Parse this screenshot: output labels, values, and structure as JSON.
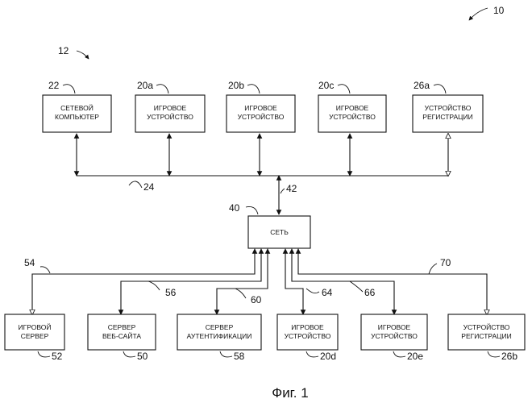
{
  "figure": {
    "caption": "Фиг. 1",
    "system_ref": "10",
    "top_group_ref": "12"
  },
  "top_boxes": [
    {
      "ref": "22",
      "lines": [
        "СЕТЕВОЙ",
        "КОМПЬЮТЕР"
      ]
    },
    {
      "ref": "20a",
      "lines": [
        "ИГРОВОЕ",
        "УСТРОЙСТВО"
      ]
    },
    {
      "ref": "20b",
      "lines": [
        "ИГРОВОЕ",
        "УСТРОЙСТВО"
      ]
    },
    {
      "ref": "20c",
      "lines": [
        "ИГРОВОЕ",
        "УСТРОЙСТВО"
      ]
    },
    {
      "ref": "26a",
      "lines": [
        "УСТРОЙСТВО",
        "РЕГИСТРАЦИИ"
      ]
    }
  ],
  "bus_ref": "24",
  "network": {
    "ref": "40",
    "label": "СЕТЬ",
    "link_ref": "42"
  },
  "bottom_boxes": [
    {
      "ref": "52",
      "lines": [
        "ИГРОВОЙ",
        "СЕРВЕР"
      ],
      "wire_ref": "54"
    },
    {
      "ref": "50",
      "lines": [
        "СЕРВЕР",
        "ВЕБ-САЙТА"
      ],
      "wire_ref": "56"
    },
    {
      "ref": "58",
      "lines": [
        "СЕРВЕР",
        "АУТЕНТИФИКАЦИИ"
      ],
      "wire_ref": "60"
    },
    {
      "ref": "20d",
      "lines": [
        "ИГРОВОЕ",
        "УСТРОЙСТВО"
      ],
      "wire_ref": "64"
    },
    {
      "ref": "20e",
      "lines": [
        "ИГРОВОЕ",
        "УСТРОЙСТВО"
      ],
      "wire_ref": "66"
    },
    {
      "ref": "26b",
      "lines": [
        "УСТРОЙСТВО",
        "РЕГИСТРАЦИИ"
      ],
      "wire_ref": "70"
    }
  ]
}
